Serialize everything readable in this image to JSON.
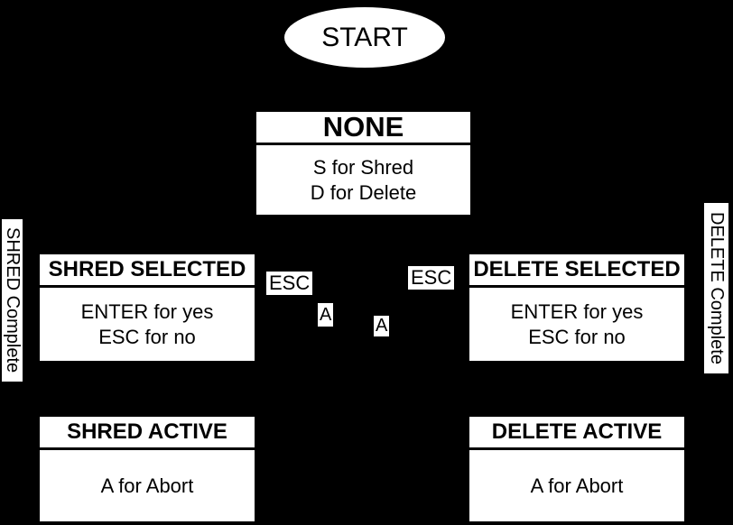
{
  "colors": {
    "background": "#000000",
    "node_fill": "#ffffff",
    "node_text": "#000000"
  },
  "start": {
    "label": "START"
  },
  "states": {
    "none": {
      "title": "NONE",
      "line1": "S for Shred",
      "line2": "D for Delete"
    },
    "shred_selected": {
      "title": "SHRED SELECTED",
      "line1": "ENTER for yes",
      "line2": "ESC for no"
    },
    "delete_selected": {
      "title": "DELETE SELECTED",
      "line1": "ENTER for yes",
      "line2": "ESC for no"
    },
    "shred_active": {
      "title": "SHRED ACTIVE",
      "line1": "A for Abort"
    },
    "delete_active": {
      "title": "DELETE ACTIVE",
      "line1": "A for Abort"
    }
  },
  "edge_labels": {
    "esc_left": "ESC",
    "esc_right": "ESC",
    "a_left": "A",
    "a_right": "A",
    "shred_complete": "SHRED Complete",
    "delete_complete": "DELETE Complete"
  }
}
